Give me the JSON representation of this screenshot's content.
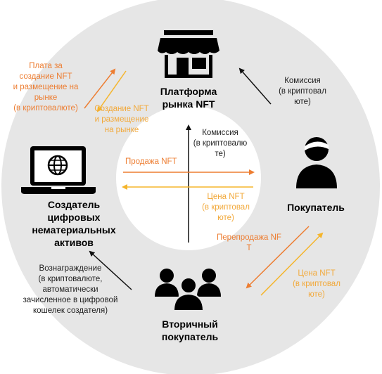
{
  "colors": {
    "ring": "#e6e6e6",
    "orange": "#ed7d31",
    "yellow": "#f5b52b",
    "black": "#000000"
  },
  "nodes": {
    "platform": {
      "label": "Платформа\nрынка NFT",
      "icon": "storefront-icon"
    },
    "creator": {
      "label": "Создатель\nцифровых\nнематериальных\nактивов",
      "icon": "laptop-globe-icon"
    },
    "buyer": {
      "label": "Покупатель",
      "icon": "person-icon"
    },
    "secondary": {
      "label": "Вторичный\nпокупатель",
      "icon": "group-icon"
    }
  },
  "labels": {
    "creation_fee": "Плата за\nсоздание NFT\nи размещение на\nрынке\n(в криптовалюте)",
    "create_list": "Создание NFT\nи размещение\nна рынке",
    "commission_outer": "Комиссия\n(в криптовал\nюте)",
    "commission_inner": "Комиссия\n(в криптовалю\nте)",
    "sale_nft": "Продажа NFT",
    "price_nft_inner": "Цена NFT\n(в криптовал\nюте)",
    "resale_nft": "Перепродажа NF\nT",
    "price_nft_outer": "Цена NFT\n(в криптовал\nюте)",
    "reward": "Вознаграждение\n(в криптовалюте,\nавтоматически\nзачисленное в цифровой\nкошелек создателя)"
  }
}
